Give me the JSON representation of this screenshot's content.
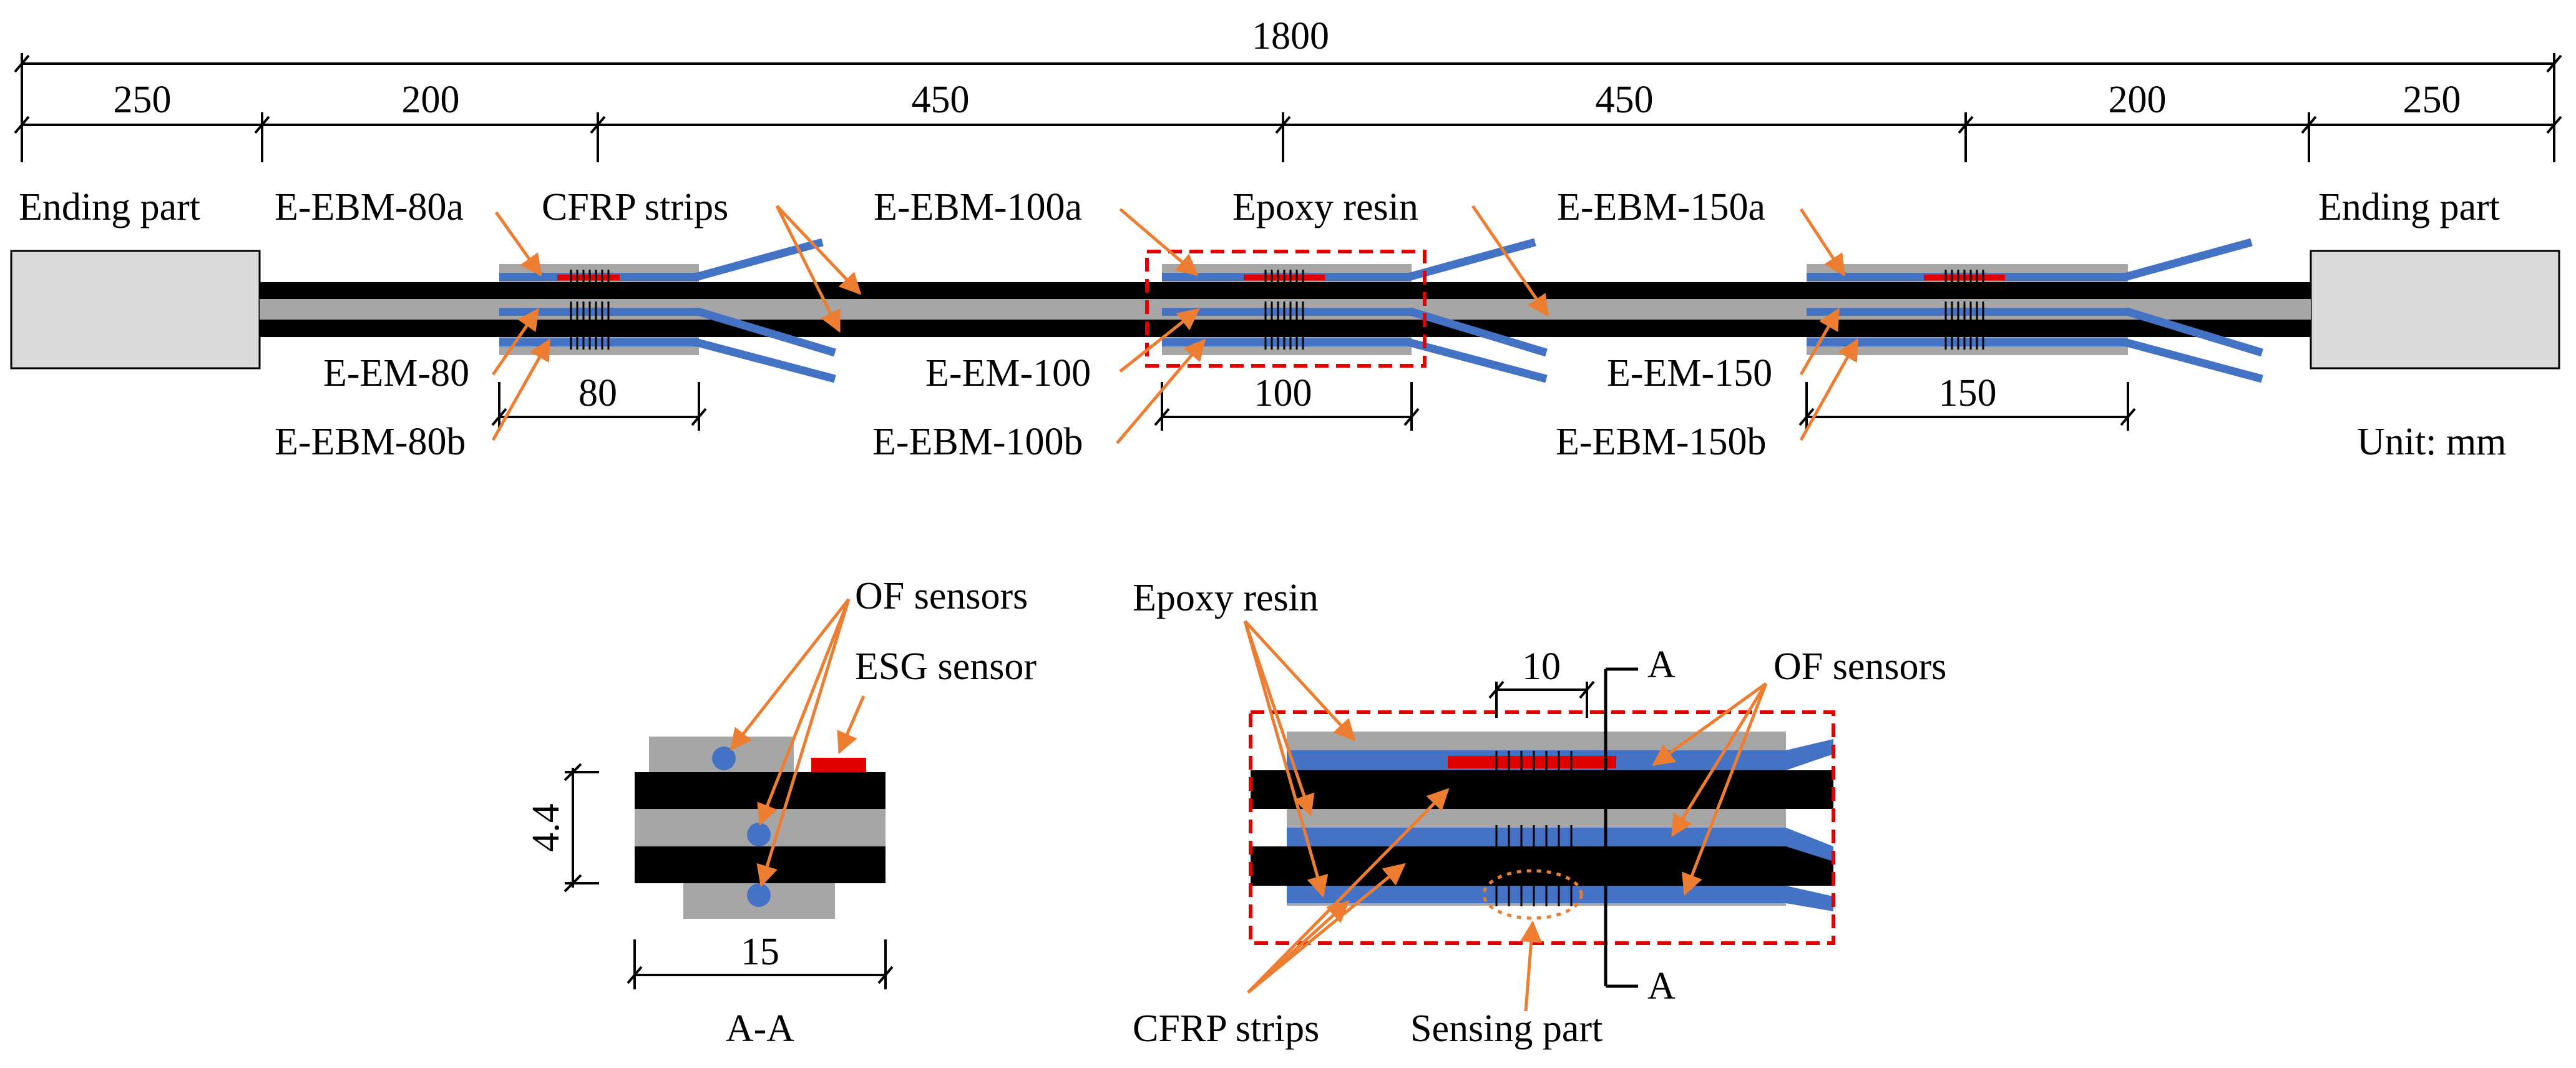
{
  "colors": {
    "black_layer": "#000000",
    "gray_layer": "#a6a6a6",
    "light_gray_block": "#d9d9d9",
    "cfrp_blue": "#4472c4",
    "esg_red": "#e00000",
    "arrow_orange": "#ed7d31",
    "dashed_box_red": "#e00000"
  },
  "elevation": {
    "total_length": "1800",
    "segments": [
      "250",
      "200",
      "450",
      "450",
      "200",
      "250"
    ],
    "ending_part_left": "Ending part",
    "ending_part_right": "Ending part",
    "unit": "Unit: mm",
    "labels": {
      "e_ebm_80a": "E-EBM-80a",
      "e_em_80": "E-EM-80",
      "e_ebm_80b": "E-EBM-80b",
      "cfrp_strips": "CFRP strips",
      "e_ebm_100a": "E-EBM-100a",
      "e_em_100": "E-EM-100",
      "e_ebm_100b": "E-EBM-100b",
      "epoxy_resin": "Epoxy resin",
      "e_ebm_150a": "E-EBM-150a",
      "e_em_150": "E-EM-150",
      "e_ebm_150b": "E-EBM-150b"
    },
    "bonded_lengths": [
      "80",
      "100",
      "150"
    ]
  },
  "section_aa": {
    "of_sensors": "OF sensors",
    "esg_sensor": "ESG sensor",
    "height": "4.4",
    "width": "15",
    "caption": "A-A"
  },
  "detail": {
    "epoxy_resin": "Epoxy resin",
    "spacing": "10",
    "section_mark_top": "A",
    "section_mark_bottom": "A",
    "of_sensors": "OF sensors",
    "cfrp_strips": "CFRP strips",
    "sensing_part": "Sensing part"
  }
}
